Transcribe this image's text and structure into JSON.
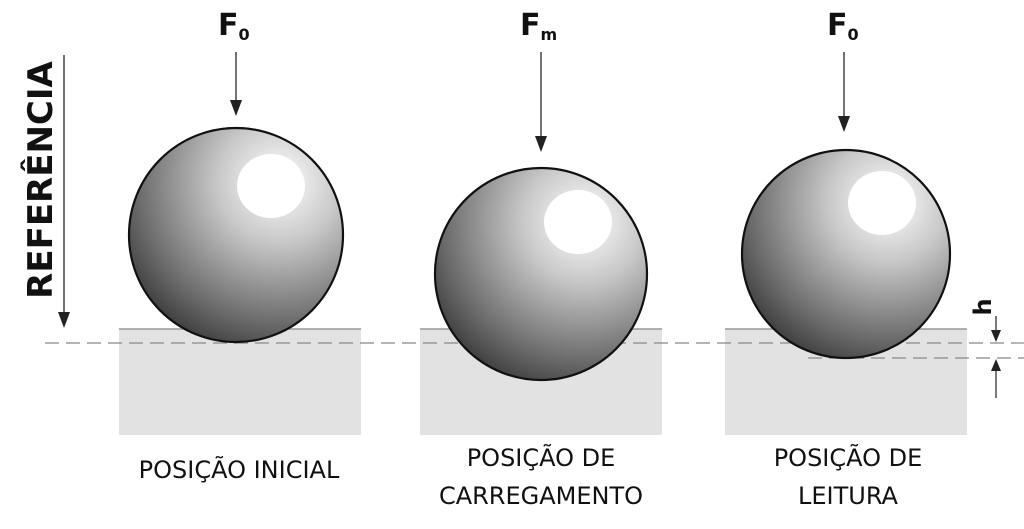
{
  "reference_label": "REFERÊNCIA",
  "depth_label": "h",
  "panels": [
    {
      "force_main": "F",
      "force_sub": "0",
      "caption_lines": [
        "POSIÇÃO INICIAL"
      ]
    },
    {
      "force_main": "F",
      "force_sub": "m",
      "caption_lines": [
        "POSIÇÃO DE",
        "CARREGAMENTO"
      ]
    },
    {
      "force_main": "F",
      "force_sub": "0",
      "caption_lines": [
        "POSIÇÃO DE",
        "LEITURA"
      ]
    }
  ]
}
